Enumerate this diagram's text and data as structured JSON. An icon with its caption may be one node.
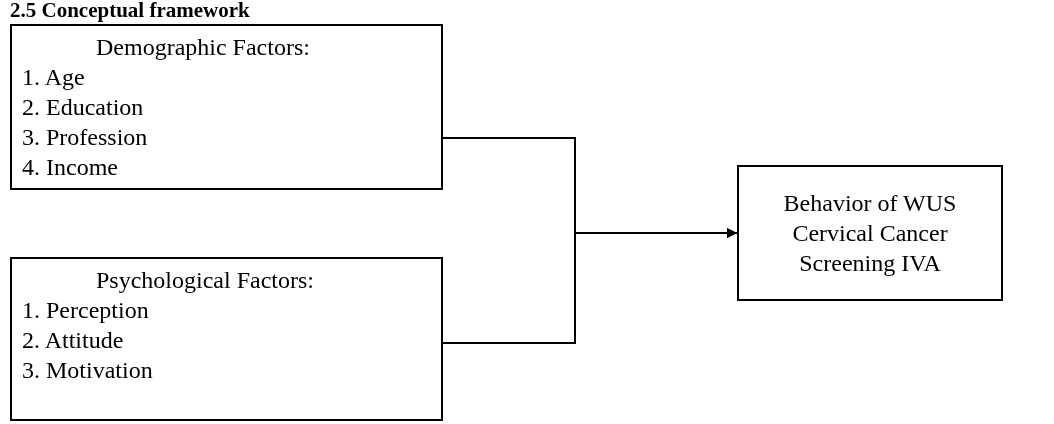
{
  "diagram": {
    "title": "2.5 Conceptual framework",
    "nodes": [
      {
        "text": [
          "Demographic Factors:",
          "1. Age",
          "2. Education",
          "3. Profession",
          "4. Income"
        ]
      },
      {
        "text": [
          "Psychological Factors:",
          "1. Perception",
          "2. Attitude",
          "3. Motivation"
        ]
      },
      {
        "text": [
          "Behavior of WUS Cervical Cancer Screening IVA"
        ]
      }
    ],
    "edges": [
      {
        "from": 0,
        "to": 2,
        "arrow": "to"
      },
      {
        "from": 1,
        "to": 2,
        "arrow": "to"
      }
    ]
  }
}
